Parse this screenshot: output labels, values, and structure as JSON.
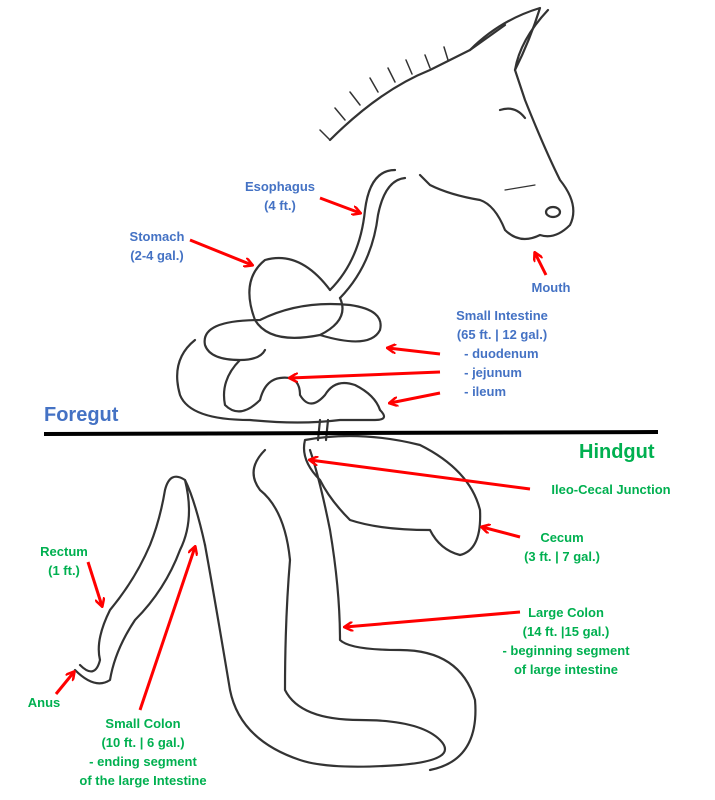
{
  "colors": {
    "foregut": "#4472C4",
    "hindgut": "#00B050",
    "arrow": "#FF0000"
  },
  "sections": {
    "foregut": "Foregut",
    "hindgut": "Hindgut"
  },
  "labels": {
    "esophagus": {
      "name": "Esophagus",
      "size": "(4 ft.)"
    },
    "stomach": {
      "name": "Stomach",
      "size": "(2-4 gal.)"
    },
    "mouth": {
      "name": "Mouth"
    },
    "small_intestine": {
      "name": "Small Intestine",
      "size": "(65 ft. | 12 gal.)",
      "parts": [
        "- duodenum",
        "- jejunum",
        "- ileum"
      ]
    },
    "ileo_cecal": {
      "name": "Ileo-Cecal Junction"
    },
    "cecum": {
      "name": "Cecum",
      "size": "(3 ft. | 7 gal.)"
    },
    "rectum": {
      "name": "Rectum",
      "size": "(1 ft.)"
    },
    "anus": {
      "name": "Anus"
    },
    "large_colon": {
      "name": "Large Colon",
      "size": "(14 ft. |15 gal.)",
      "desc": [
        "- beginning segment",
        "of large intestine"
      ]
    },
    "small_colon": {
      "name": "Small Colon",
      "size": "(10 ft. | 6 gal.)",
      "desc": [
        "- ending segment",
        "of the large Intestine"
      ]
    }
  }
}
